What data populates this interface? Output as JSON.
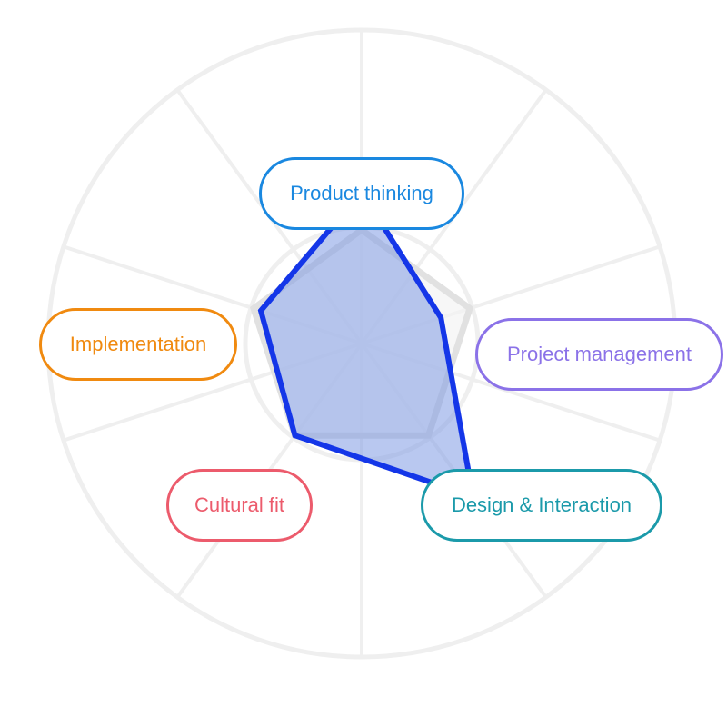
{
  "chart_data": {
    "type": "radar",
    "title": "",
    "axes": [
      {
        "label": "Product thinking",
        "color": "#1a88e0"
      },
      {
        "label": "Project management",
        "color": "#8b72e8"
      },
      {
        "label": "Design & Interaction",
        "color": "#1b9aaa"
      },
      {
        "label": "Cultural fit",
        "color": "#ec5b6c"
      },
      {
        "label": "Implementation",
        "color": "#f08a10"
      }
    ],
    "range": [
      0,
      5
    ],
    "series": [
      {
        "values": [
          4,
          2.2,
          5,
          3,
          2.8
        ],
        "line_color": "#1436e8",
        "fill_color": "#7f9be3"
      },
      {
        "values": [
          3,
          3,
          3,
          3,
          3
        ],
        "line_color": "#e1e1e1",
        "fill_color": "#f4f4f4"
      }
    ],
    "grid": true
  }
}
